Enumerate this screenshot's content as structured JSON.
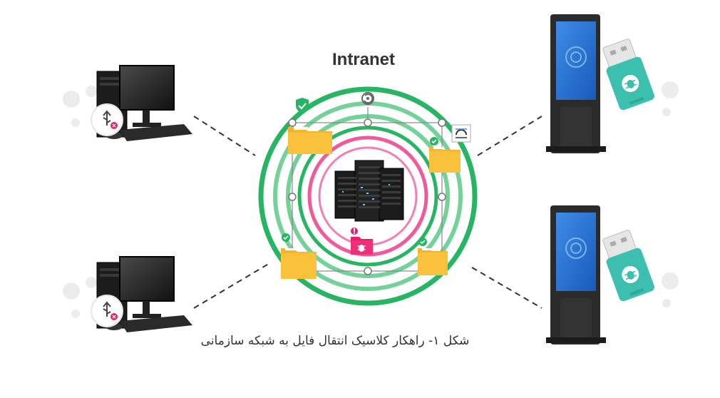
{
  "diagram": {
    "title": "Intranet",
    "caption": "شکل ۱- راهکار کلاسیک انتقال فایل به شبکه سازمانی",
    "nodes": [
      {
        "id": "pc-top-left",
        "type": "desktop-computer",
        "usb_blocked": true
      },
      {
        "id": "pc-bottom-left",
        "type": "desktop-computer",
        "usb_blocked": true
      },
      {
        "id": "kiosk-top-right",
        "type": "kiosk",
        "usb": "infected-usb-drive"
      },
      {
        "id": "kiosk-bottom-right",
        "type": "kiosk",
        "usb": "infected-usb-drive"
      },
      {
        "id": "server",
        "type": "server-rack"
      }
    ],
    "icons": [
      "usb-blocked-icon",
      "shield-check-icon",
      "folder-icon",
      "infected-folder-icon",
      "bug-icon",
      "rotate-handle-icon",
      "text-box-icon"
    ],
    "colors": {
      "outer_ring": "#27b564",
      "inner_ring_light": "#74d19a",
      "pink_ring": "#ef5a9a",
      "folder": "#f7b52a",
      "infected_folder": "#e8206b",
      "usb_body": "#3cbfae",
      "kiosk_screen": "#1e6fd0"
    }
  }
}
